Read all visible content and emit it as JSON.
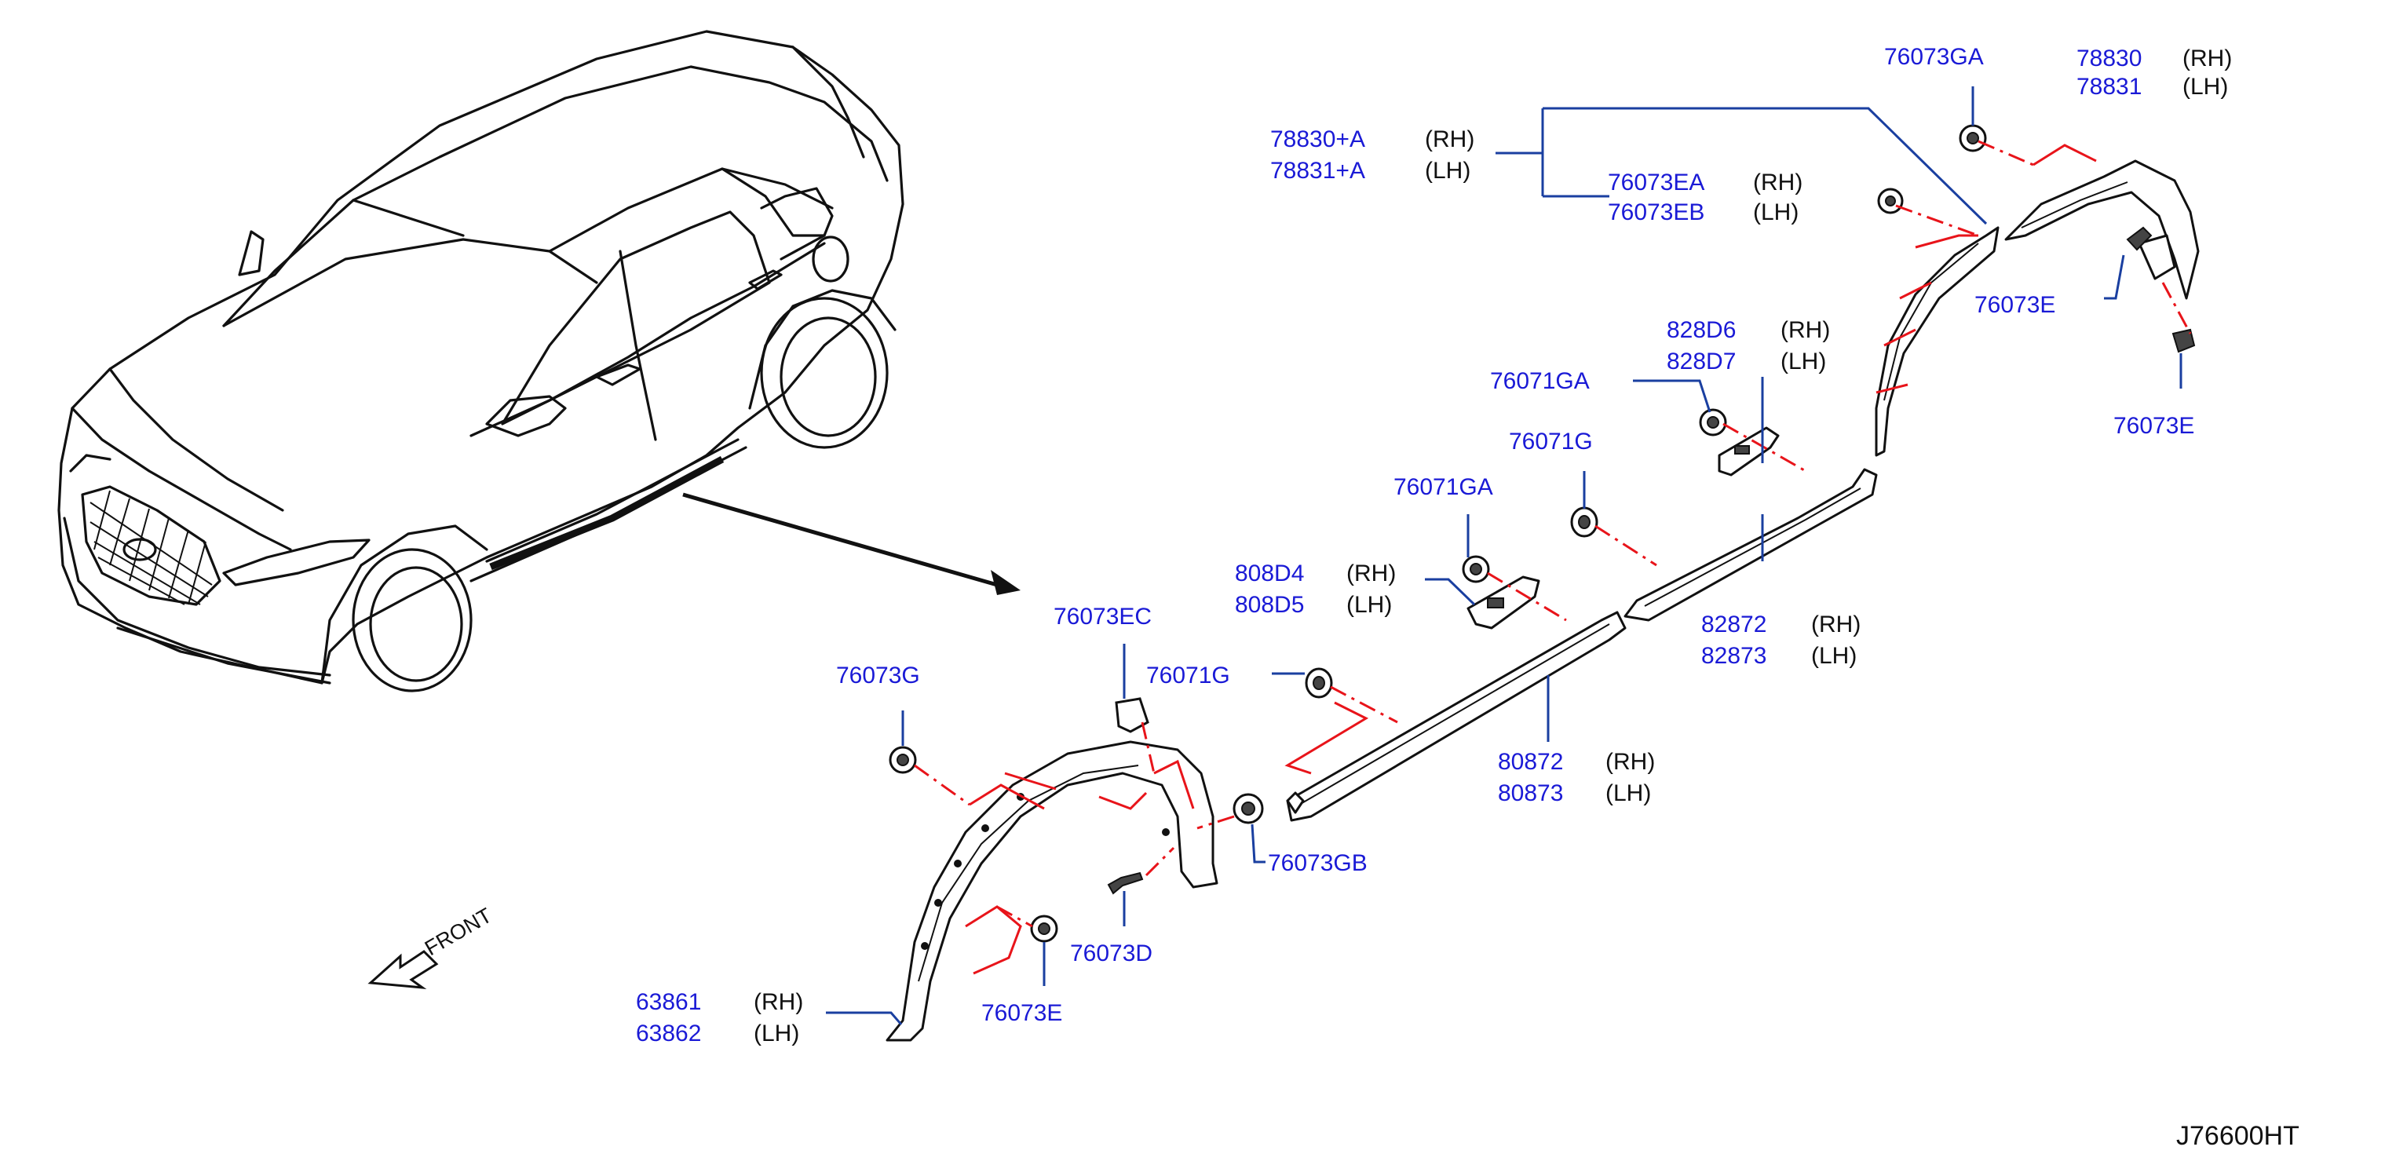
{
  "figure_code": "J76600HT",
  "front_label": "FRONT",
  "callouts": {
    "c1": {
      "parts": [
        "78830+A",
        "78831+A"
      ],
      "sides": [
        "(RH)",
        "(LH)"
      ]
    },
    "c2": {
      "parts": [
        "76073EA",
        "76073EB"
      ],
      "sides": [
        "(RH)",
        "(LH)"
      ]
    },
    "c3": {
      "parts": [
        "76073GA"
      ]
    },
    "c4": {
      "parts": [
        "78830",
        "78831"
      ],
      "sides": [
        "(RH)",
        "(LH)"
      ]
    },
    "c5": {
      "parts": [
        "76073E"
      ]
    },
    "c6": {
      "parts": [
        "76073E"
      ]
    },
    "c7": {
      "parts": [
        "828D6",
        "828D7"
      ],
      "sides": [
        "(RH)",
        "(LH)"
      ]
    },
    "c8": {
      "parts": [
        "76071GA"
      ]
    },
    "c9": {
      "parts": [
        "76071G"
      ]
    },
    "c10": {
      "parts": [
        "76071GA"
      ]
    },
    "c11": {
      "parts": [
        "808D4",
        "808D5"
      ],
      "sides": [
        "(RH)",
        "(LH)"
      ]
    },
    "c12": {
      "parts": [
        "82872",
        "82873"
      ],
      "sides": [
        "(RH)",
        "(LH)"
      ]
    },
    "c13": {
      "parts": [
        "76073EC"
      ]
    },
    "c14": {
      "parts": [
        "76071G"
      ]
    },
    "c15": {
      "parts": [
        "76073G"
      ]
    },
    "c16": {
      "parts": [
        "80872",
        "80873"
      ],
      "sides": [
        "(RH)",
        "(LH)"
      ]
    },
    "c17": {
      "parts": [
        "76073GB"
      ]
    },
    "c18": {
      "parts": [
        "76073D"
      ]
    },
    "c19": {
      "parts": [
        "76073E"
      ]
    },
    "c20": {
      "parts": [
        "63861",
        "63862"
      ],
      "sides": [
        "(RH)",
        "(LH)"
      ]
    }
  },
  "colors": {
    "part_number": "#1a1ad6",
    "leader": "#1a3fa0",
    "phantom": "#e8141a",
    "ink": "#111111"
  }
}
